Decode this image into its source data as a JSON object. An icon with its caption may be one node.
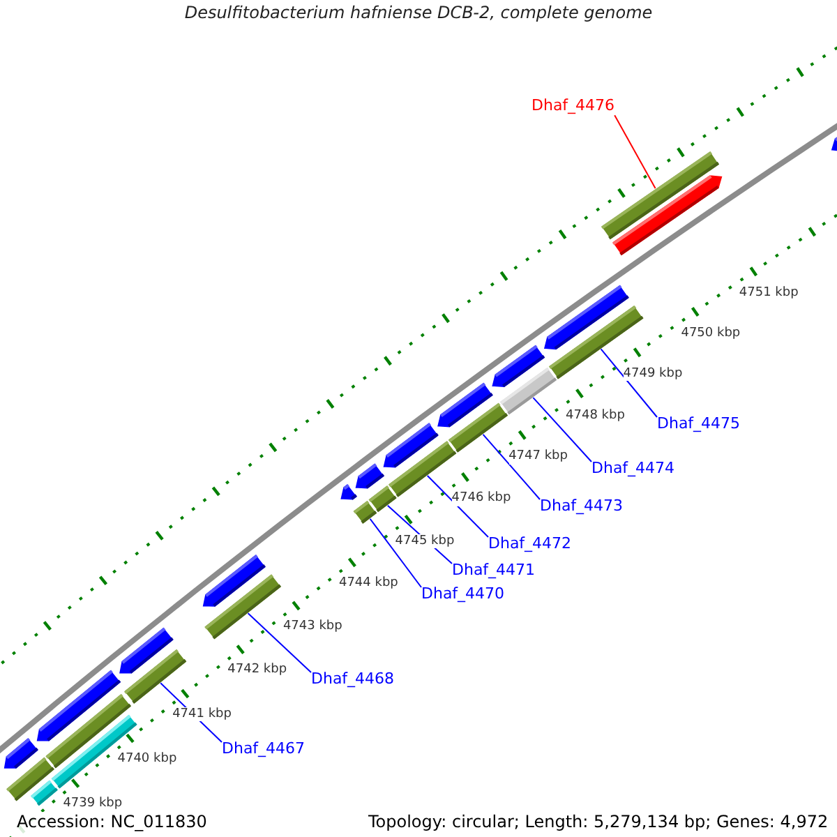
{
  "diagram": {
    "title": "Desulfitobacterium hafniense DCB-2, complete genome",
    "nodes": [
      {
        "text": [
          "Dhaf_4476"
        ]
      },
      {
        "text": [],
        "shape": "bar"
      },
      {
        "text": [],
        "shape": "bar"
      },
      {
        "text": [],
        "shape": "bar"
      },
      {
        "text": [],
        "shape": "bar"
      },
      {
        "text": [],
        "shape": "bar"
      },
      {
        "text": [],
        "shape": "bar"
      },
      {
        "text": [],
        "shape": "bar"
      },
      {
        "text": [],
        "shape": "bar"
      },
      {
        "text": [],
        "shape": "bar"
      },
      {
        "text": [],
        "shape": "bar"
      },
      {
        "text": [],
        "shape": "bar"
      },
      {
        "text": [],
        "shape": "bar"
      },
      {
        "text": [],
        "shape": "bar"
      },
      {
        "text": [],
        "shape": "bar"
      },
      {
        "text": [],
        "shape": "bar"
      },
      {
        "text": [],
        "shape": "bar"
      },
      {
        "text": [],
        "shape": "bar"
      },
      {
        "text": [],
        "shape": "bar"
      },
      {
        "text": [],
        "shape": "bar"
      },
      {
        "text": [],
        "shape": "bar"
      },
      {
        "text": [],
        "shape": "bar"
      },
      {
        "text": [],
        "shape": "bar"
      },
      {
        "text": [],
        "shape": "bar"
      },
      {
        "text": [],
        "shape": "bar"
      },
      {
        "text": [],
        "shape": "bar"
      },
      {
        "text": [
          "Dhaf_4467"
        ]
      },
      {
        "text": [
          "Dhaf_4468"
        ]
      },
      {
        "text": [
          "Dhaf_4470"
        ]
      },
      {
        "text": [
          "Dhaf_4471"
        ]
      },
      {
        "text": [
          "Dhaf_4472"
        ]
      },
      {
        "text": [
          "Dhaf_4473"
        ]
      },
      {
        "text": [
          "Dhaf_4474"
        ]
      },
      {
        "text": [
          "Dhaf_4475"
        ]
      }
    ],
    "edges": [
      {
        "from": 0,
        "to": 1,
        "arrow": "none",
        "color": "#ff0000"
      },
      {
        "from": 26,
        "to": 16,
        "arrow": "none"
      },
      {
        "from": 27,
        "to": 17,
        "arrow": "none"
      },
      {
        "from": 28,
        "to": 18,
        "arrow": "none"
      },
      {
        "from": 29,
        "to": 19,
        "arrow": "none"
      },
      {
        "from": 30,
        "to": 20,
        "arrow": "none"
      },
      {
        "from": 31,
        "to": 21,
        "arrow": "none"
      },
      {
        "from": 32,
        "to": 22,
        "arrow": "none"
      },
      {
        "from": 33,
        "to": 23,
        "arrow": "none"
      }
    ],
    "labels": [
      "4739 kbp",
      "4740 kbp",
      "4741 kbp",
      "4742 kbp",
      "4743 kbp",
      "4744 kbp",
      "4745 kbp",
      "4746 kbp",
      "4747 kbp",
      "4748 kbp",
      "4749 kbp",
      "4750 kbp",
      "4751 kbp",
      "Accession: NC_011830",
      "Topology: circular; Length: 5,279,134 bp; Genes: 4,972"
    ]
  }
}
